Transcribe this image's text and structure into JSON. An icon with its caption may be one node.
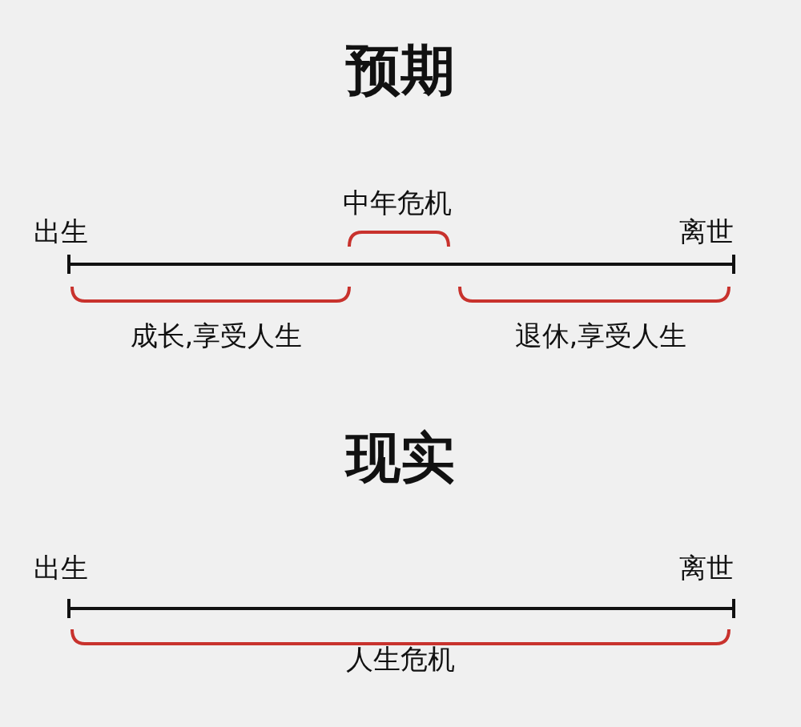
{
  "diagram": {
    "labels": [
      "预期",
      "中年危机",
      "出生",
      "离世",
      "成长,享受人生",
      "退休,享受人生",
      "现实",
      "出生",
      "离世",
      "人生危机"
    ]
  }
}
